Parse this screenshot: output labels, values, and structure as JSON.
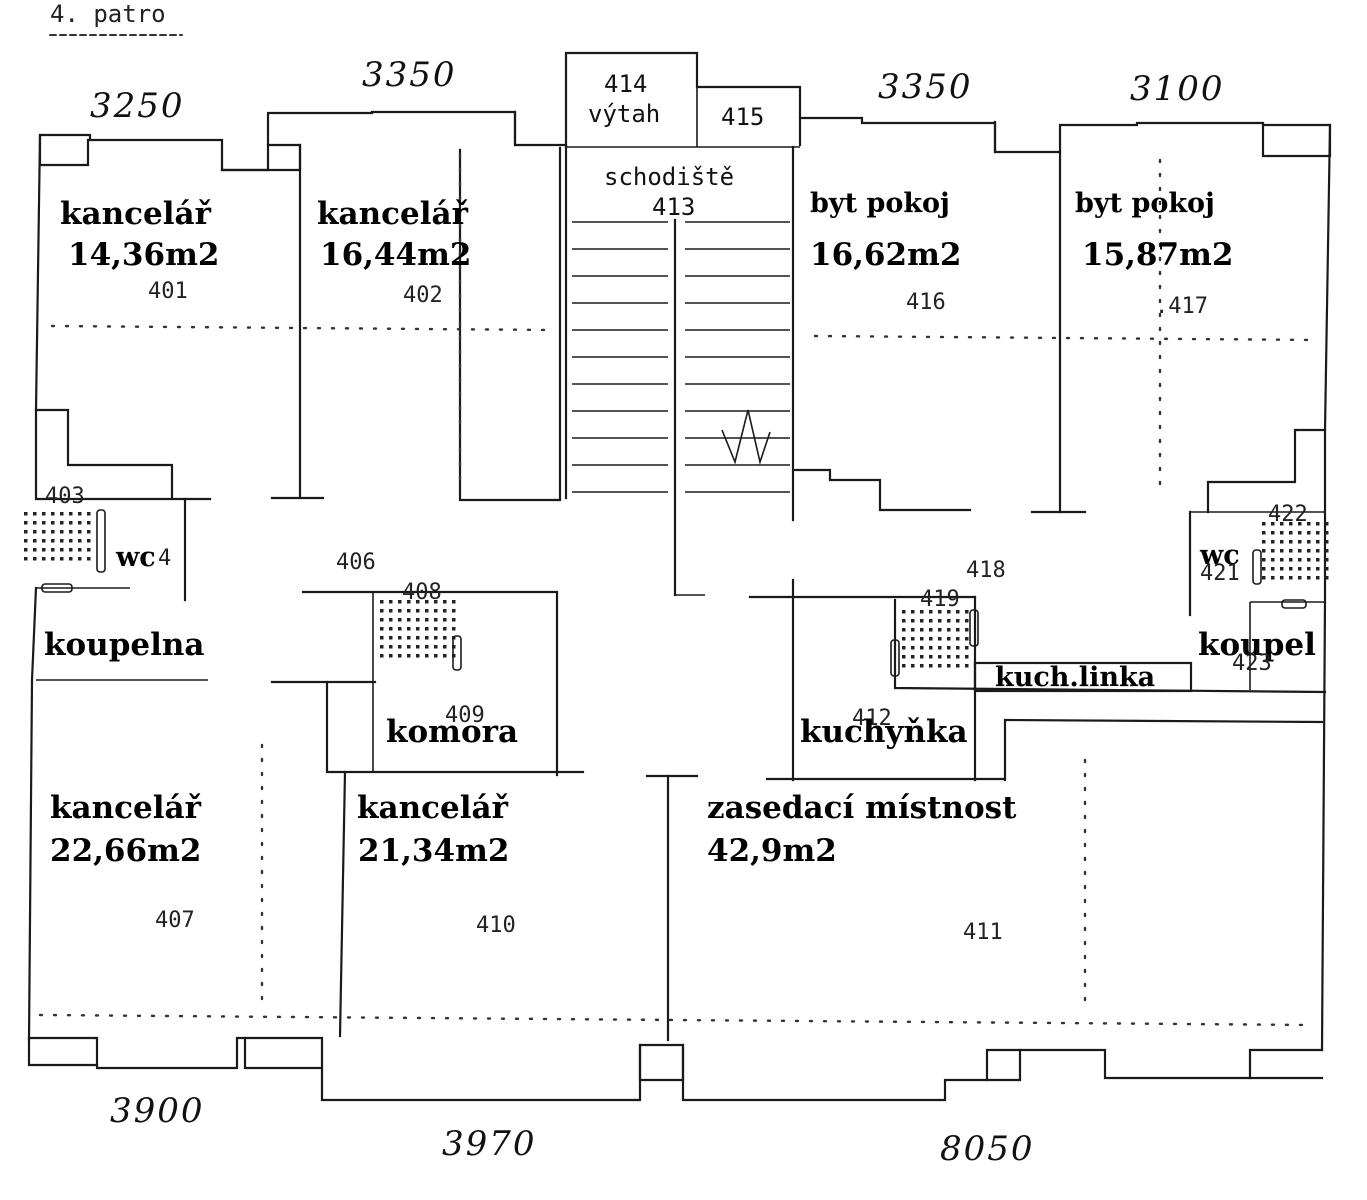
{
  "floor_label": "4. patro",
  "dimensions": {
    "top": [
      "3250",
      "3350",
      "3350",
      "3100"
    ],
    "bottom": [
      "3900",
      "3970",
      "8050"
    ]
  },
  "rooms": {
    "r401": {
      "name": "kancelář",
      "area": "14,36m2",
      "num": "401"
    },
    "r402": {
      "name": "kancelář",
      "area": "16,44m2",
      "num": "402"
    },
    "r413": {
      "name": "schodiště",
      "num": "413"
    },
    "r414": {
      "num": "414",
      "name": "výtah"
    },
    "r415": {
      "num": "415"
    },
    "r416": {
      "name": "byt pokoj",
      "area": "16,62m2",
      "num": "416"
    },
    "r417": {
      "name": "byt pokoj",
      "area": "15,87m2",
      "num": ".417"
    },
    "r403": {
      "num": "403"
    },
    "r404": {
      "name": "wc",
      "num": "4"
    },
    "r405": {
      "name": "koupelna"
    },
    "r406": {
      "num": "406"
    },
    "r408": {
      "num": "408"
    },
    "r409": {
      "name": "komora",
      "num": "409"
    },
    "r418": {
      "num": "418"
    },
    "r419": {
      "num": "419"
    },
    "r412": {
      "name": "kuchyňka",
      "num": "412"
    },
    "r421": {
      "name": "wc",
      "num": "421"
    },
    "r422": {
      "num": "422"
    },
    "r423": {
      "name": "koupel",
      "num": "423"
    },
    "kuch_linka": {
      "label": "kuch.linka"
    },
    "r407": {
      "name": "kancelář",
      "area": "22,66m2",
      "num": "407"
    },
    "r410": {
      "name": "kancelář",
      "area": "21,34m2",
      "num": "410"
    },
    "r411": {
      "name": "zasedací místnost",
      "area": "42,9m2",
      "num": "411"
    }
  }
}
